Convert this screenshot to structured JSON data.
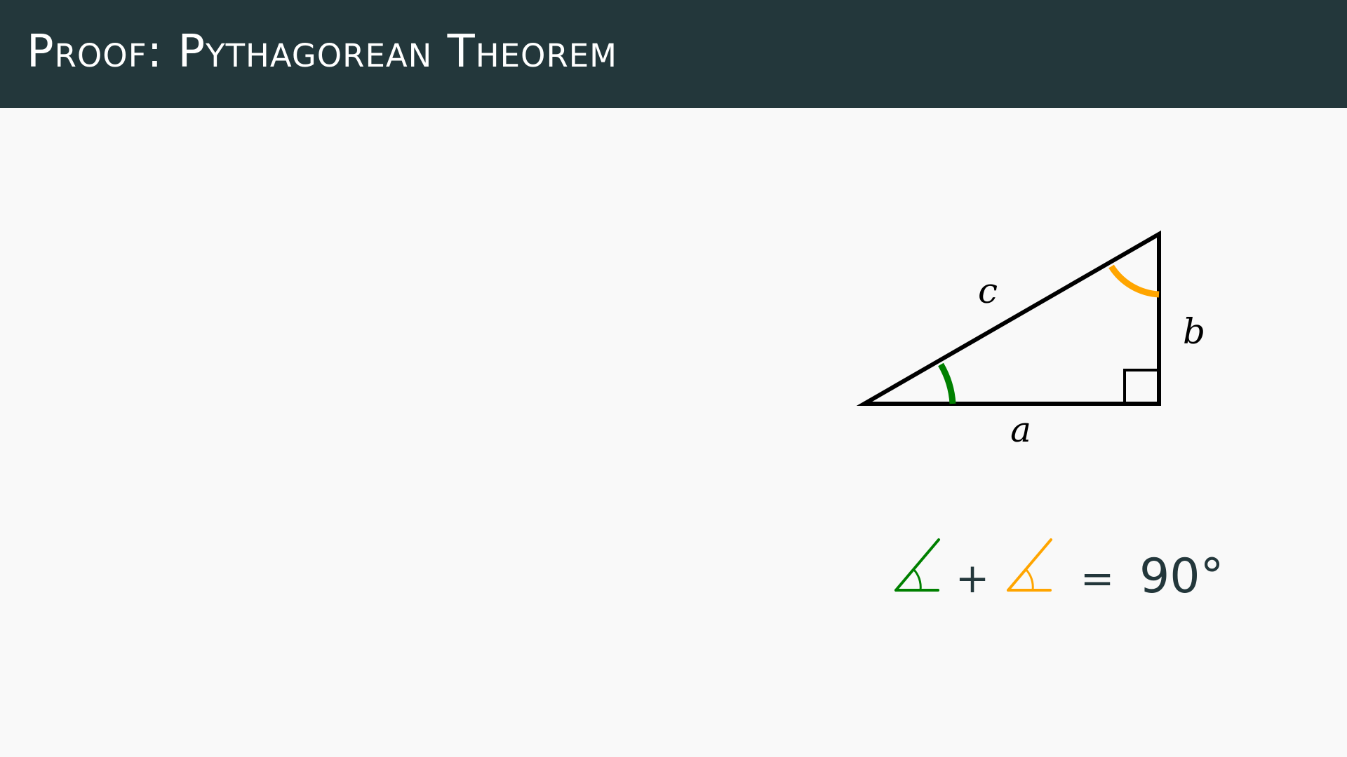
{
  "slide": {
    "title": "Proof: Pythagorean Theorem"
  },
  "diagram": {
    "side_labels": {
      "a": "a",
      "b": "b",
      "c": "c"
    }
  },
  "equation": {
    "plus": "+",
    "equals": "=",
    "value": "90°"
  },
  "colors": {
    "header_bg": "#23373b",
    "background": "#f9f9f9",
    "angle_alpha": "#008000",
    "angle_beta": "#ffa500",
    "text": "#23373b"
  },
  "icons": {
    "angle_alpha": "angle-icon",
    "angle_beta": "angle-icon"
  }
}
